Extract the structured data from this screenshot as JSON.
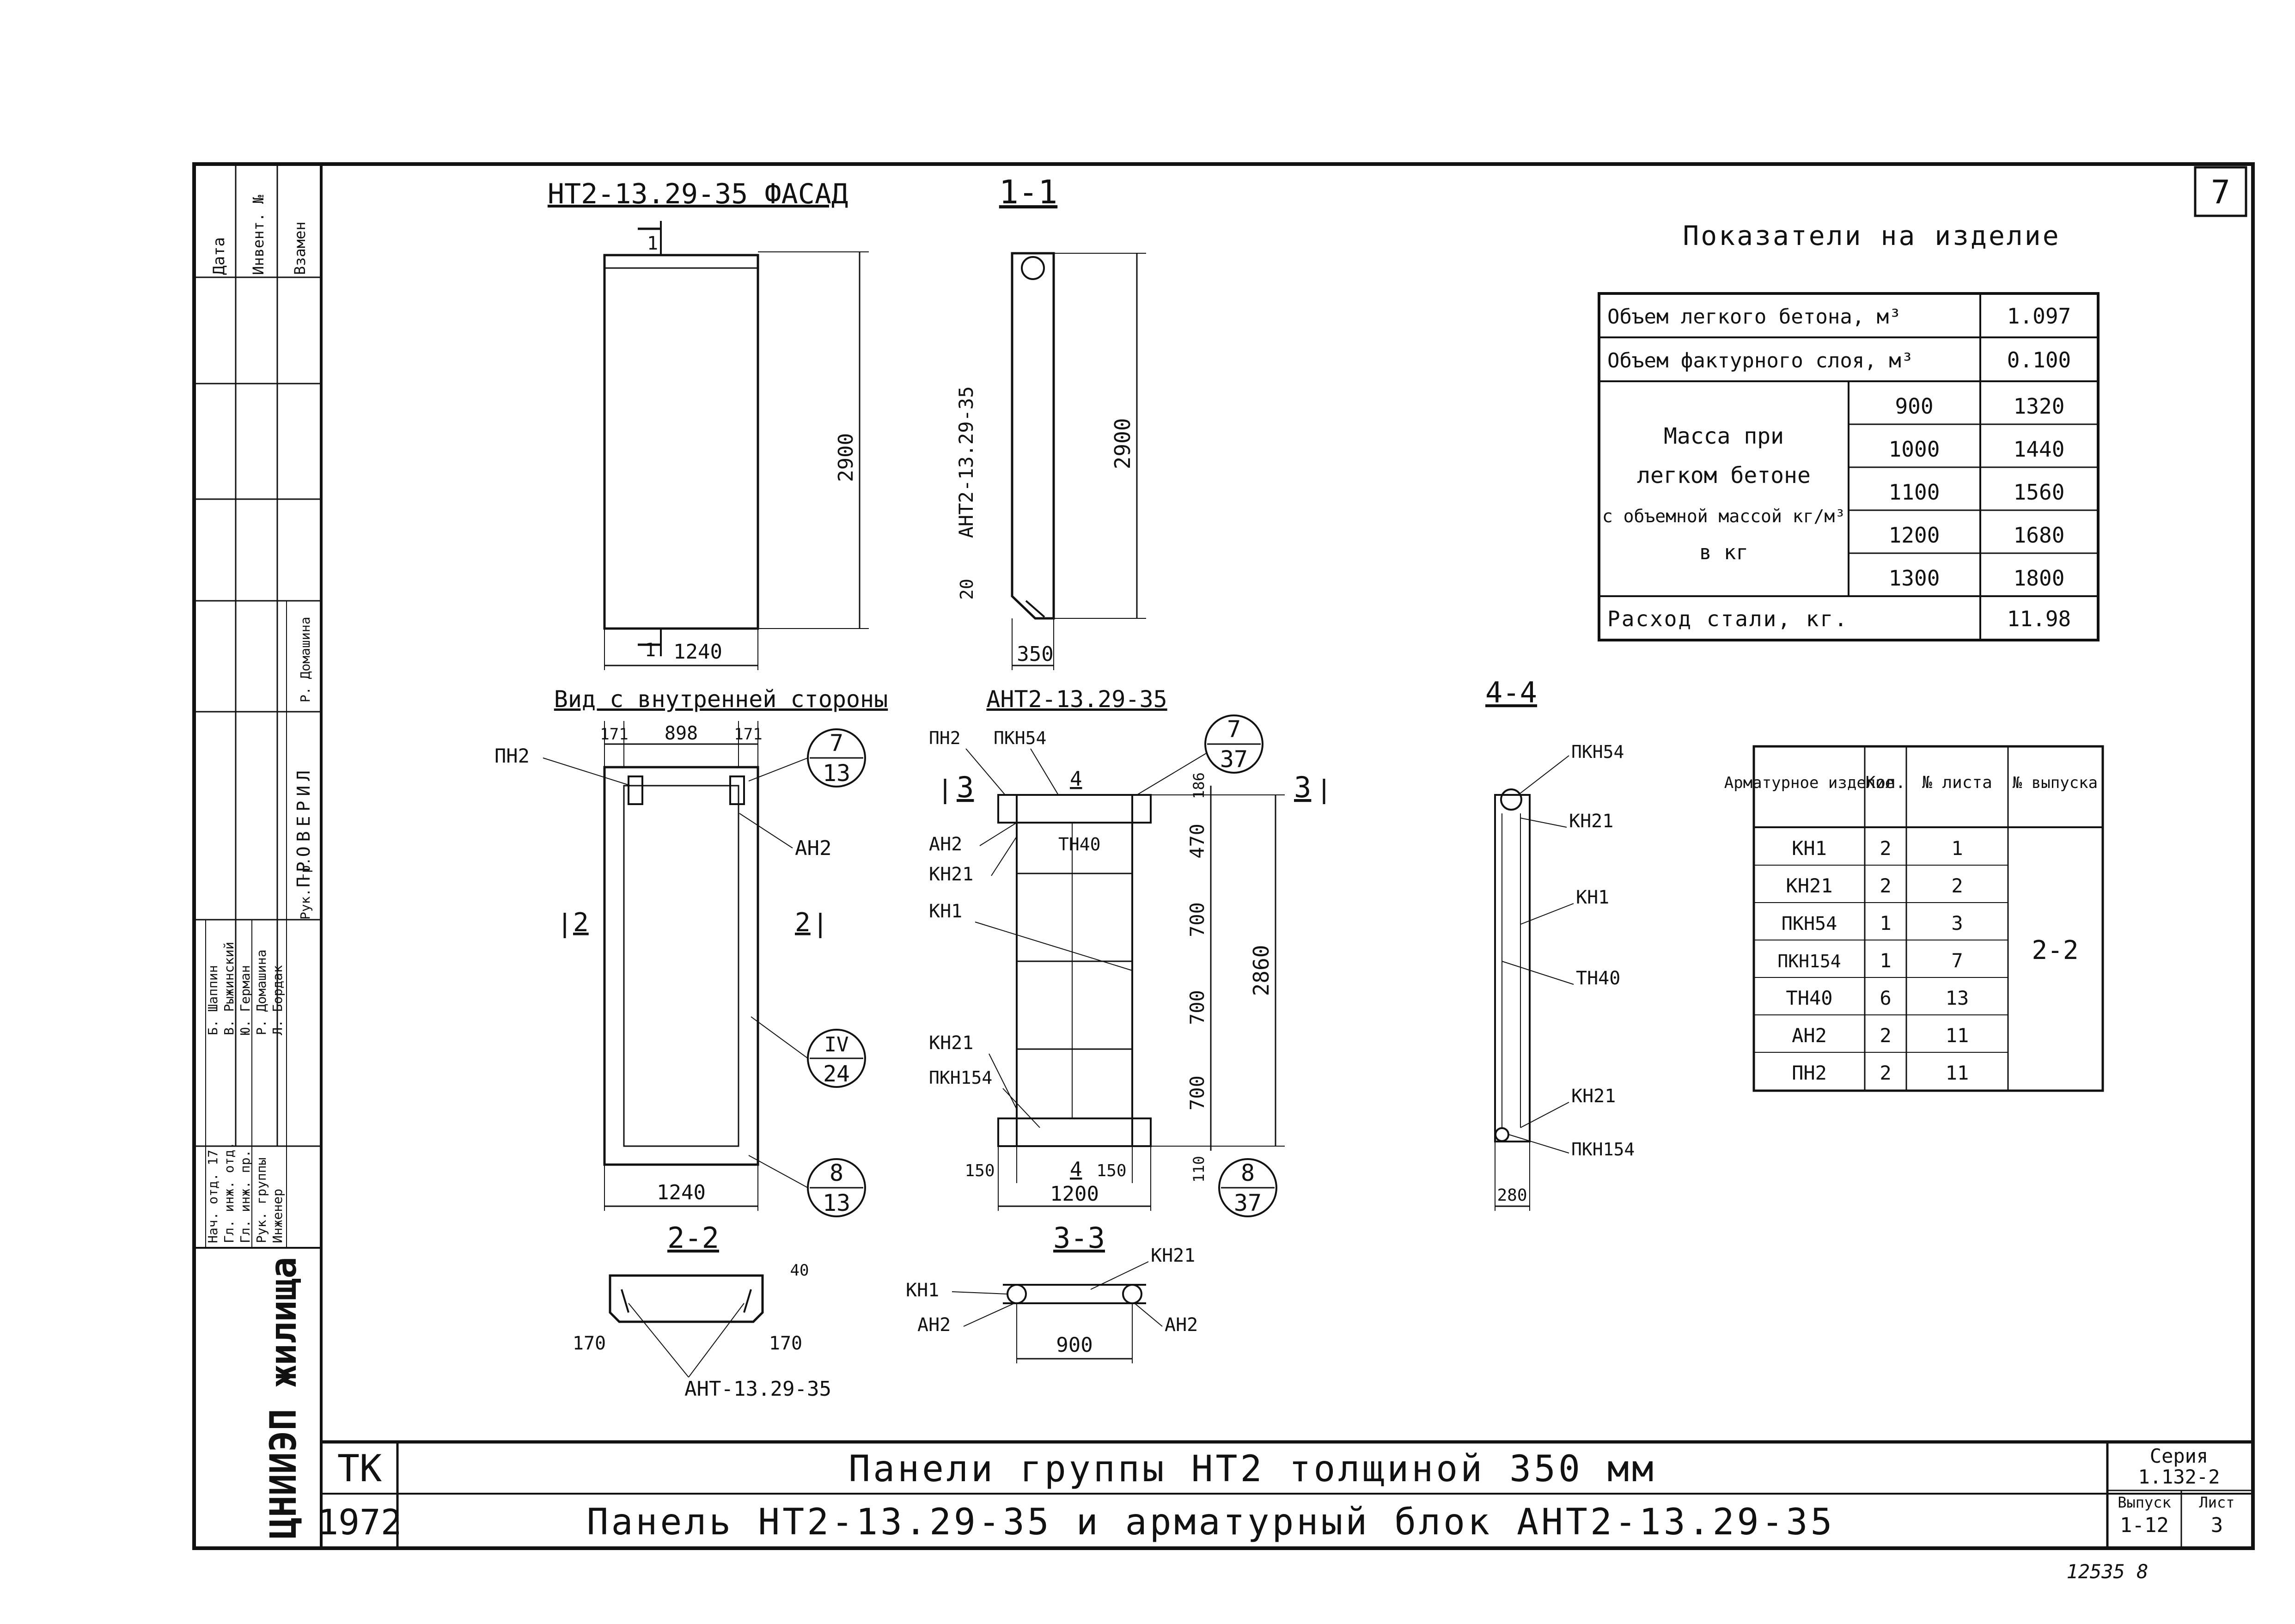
{
  "sheet_number": "7",
  "views": {
    "facade_title": "НТ2-13.29-35 ФАСАД",
    "section_1_title": "1-1",
    "inner_view_title": "Вид с внутренней стороны",
    "block_title": "АНТ2-13.29-35",
    "section_4_title": "4-4",
    "section_2_title": "2-2",
    "section_3_title": "3-3",
    "section_1_block_label": "АНТ2-13.29-35",
    "section_2_label": "АНТ-13.29-35"
  },
  "dimensions": {
    "facade_height": "2900",
    "facade_width": "1240",
    "section_1_height": "2900",
    "section_1_width": "350",
    "section_1_small": "20",
    "inner_top_left": "171",
    "inner_top_mid": "898",
    "inner_top_right": "171",
    "inner_bottom_width": "1240",
    "block_top": "186",
    "block_seg1": "470",
    "block_seg2": "700",
    "block_seg3": "700",
    "block_seg4": "700",
    "block_bottom": "110",
    "block_total": "2860",
    "block_bottom_left": "150",
    "block_bottom_right": "150",
    "block_width": "1200",
    "s44_width": "280",
    "s22_left": "170",
    "s22_right": "170",
    "s22_small": "40",
    "s33_width": "900"
  },
  "markers": {
    "sec1_mark": "1",
    "sec2_mark": "2",
    "sec3_mark": "3",
    "sec4_mark": "4",
    "callout_1": {
      "top": "7",
      "bottom": "13"
    },
    "callout_2": {
      "top": "IV",
      "bottom": "24"
    },
    "callout_3": {
      "top": "8",
      "bottom": "13"
    },
    "callout_4": {
      "top": "7",
      "bottom": "37"
    },
    "callout_5": {
      "top": "8",
      "bottom": "37"
    }
  },
  "labels": {
    "pn2": "ПН2",
    "an2": "АН2",
    "pkn54": "ПКН54",
    "tn40": "ТН40",
    "kn21": "КН21",
    "kn1": "КН1",
    "pkn154": "ПКН154"
  },
  "indicators": {
    "title": "Показатели на изделие",
    "rows": [
      {
        "label": "Объем легкого бетона, м³",
        "value": "1.097"
      },
      {
        "label": "Объем фактурного слоя, м³",
        "value": "0.100"
      }
    ],
    "mass_label_1": "Масса при",
    "mass_label_2": "легком бетоне",
    "mass_label_3": "с объемной массой кг/м³",
    "mass_label_4": "в кг",
    "mass_rows": [
      {
        "density": "900",
        "mass": "1320"
      },
      {
        "density": "1000",
        "mass": "1440"
      },
      {
        "density": "1100",
        "mass": "1560"
      },
      {
        "density": "1200",
        "mass": "1680"
      },
      {
        "density": "1300",
        "mass": "1800"
      }
    ],
    "steel_label": "Расход стали, кг.",
    "steel_value": "11.98"
  },
  "rebar_table": {
    "headers": [
      "Арматурное изделие",
      "Кол.",
      "№ листа",
      "№ выпуска"
    ],
    "rows": [
      [
        "КН1",
        "2",
        "1"
      ],
      [
        "КН21",
        "2",
        "2"
      ],
      [
        "ПКН54",
        "1",
        "3"
      ],
      [
        "ПКН154",
        "1",
        "7"
      ],
      [
        "ТН40",
        "6",
        "13"
      ],
      [
        "АН2",
        "2",
        "11"
      ],
      [
        "ПН2",
        "2",
        "11"
      ]
    ],
    "issue": "2-2"
  },
  "title_block": {
    "tk": "ТК",
    "year": "1972",
    "title_1": "Панели группы НТ2 толщиной 350 мм",
    "title_2": "Панель НТ2-13.29-35 и арматурный блок АНТ2-13.29-35",
    "series_label": "Серия",
    "series_value": "1.132-2",
    "issue_label": "Выпуск",
    "issue_value": "1-12",
    "sheet_label": "Лист",
    "sheet_value": "3",
    "org": "ЦНИИЭП жилища",
    "archive": "12535 8"
  },
  "left_strip": {
    "header": [
      "Дата",
      "Инвент. №",
      "Взамен"
    ],
    "checked": "ПРОВЕРИЛ",
    "rows": [
      {
        "role": "Нач. отд. 17",
        "name": "Б. Шаппин"
      },
      {
        "role": "Гл. инж. отд.",
        "name": "В. Рыжинский"
      },
      {
        "role": "Гл. инж. пр.",
        "name": "Ю. Герман"
      },
      {
        "role": "Рук. группы",
        "name": "Р. Домашина"
      },
      {
        "role": "Инженер",
        "name": "Л. Бордак"
      }
    ],
    "checked_role": "Рук. гр.",
    "checked_name": "Р. Домашина"
  }
}
